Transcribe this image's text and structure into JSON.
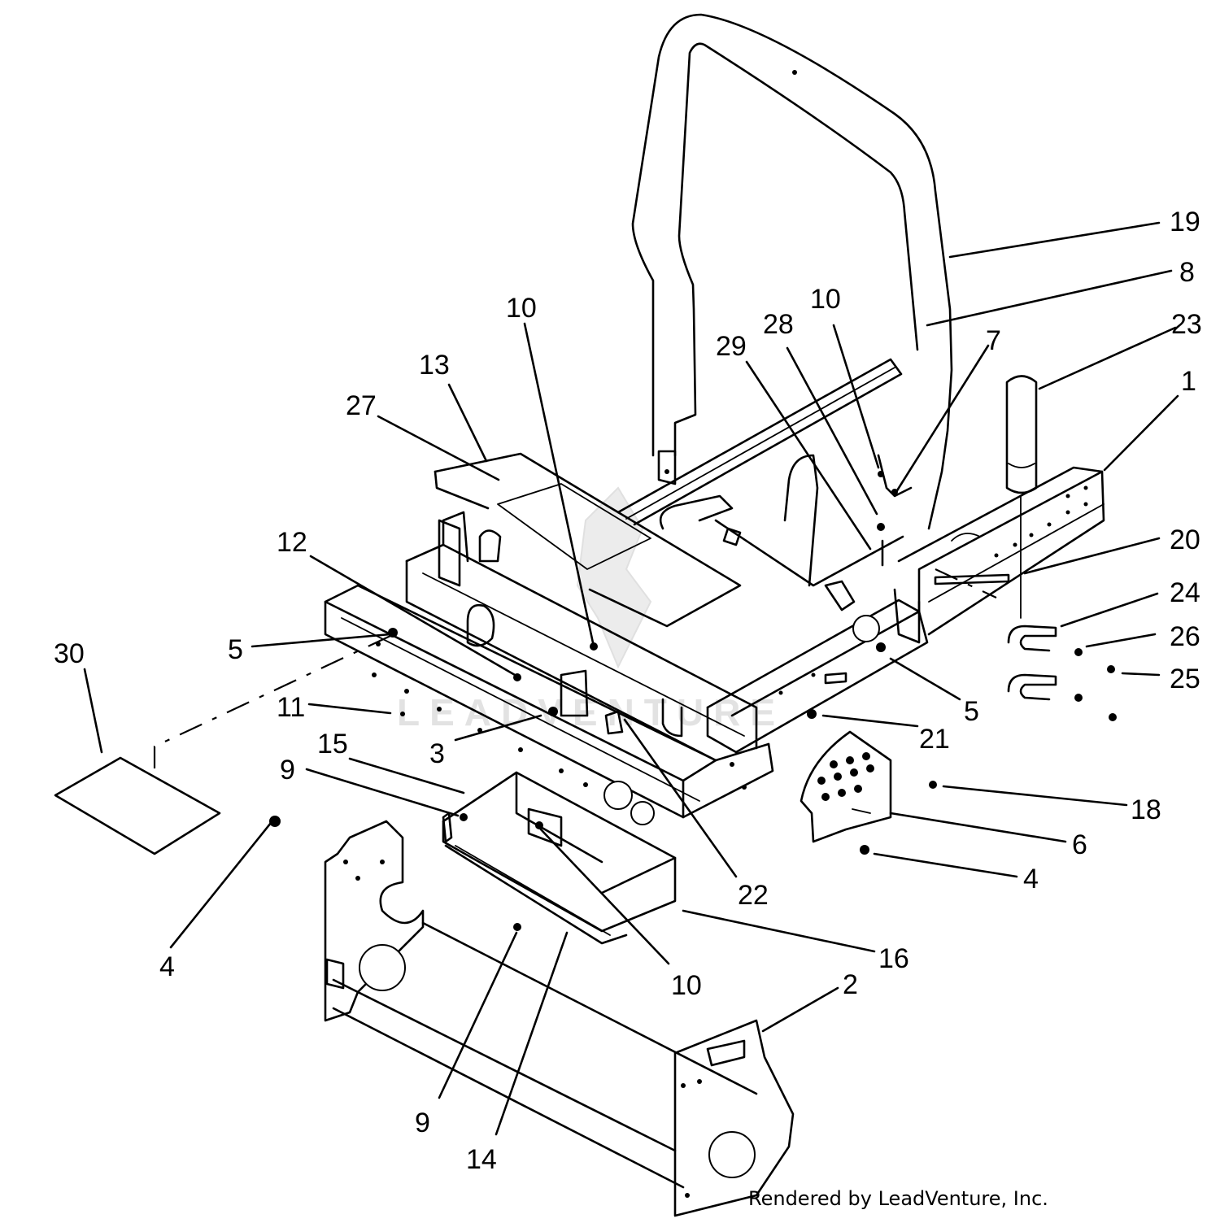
{
  "callouts": [
    {
      "id": "c19",
      "label": "19"
    },
    {
      "id": "c8",
      "label": "8"
    },
    {
      "id": "c10a",
      "label": "10"
    },
    {
      "id": "c10b",
      "label": "10"
    },
    {
      "id": "c23",
      "label": "23"
    },
    {
      "id": "c28",
      "label": "28"
    },
    {
      "id": "c29",
      "label": "29"
    },
    {
      "id": "c7",
      "label": "7"
    },
    {
      "id": "c13",
      "label": "13"
    },
    {
      "id": "c1",
      "label": "1"
    },
    {
      "id": "c27",
      "label": "27"
    },
    {
      "id": "c12",
      "label": "12"
    },
    {
      "id": "c20",
      "label": "20"
    },
    {
      "id": "c24",
      "label": "24"
    },
    {
      "id": "c30",
      "label": "30"
    },
    {
      "id": "c5a",
      "label": "5"
    },
    {
      "id": "c26",
      "label": "26"
    },
    {
      "id": "c25",
      "label": "25"
    },
    {
      "id": "c11",
      "label": "11"
    },
    {
      "id": "c5b",
      "label": "5"
    },
    {
      "id": "c21",
      "label": "21"
    },
    {
      "id": "c3",
      "label": "3"
    },
    {
      "id": "c15",
      "label": "15"
    },
    {
      "id": "c9a",
      "label": "9"
    },
    {
      "id": "c18",
      "label": "18"
    },
    {
      "id": "c6",
      "label": "6"
    },
    {
      "id": "c4a",
      "label": "4"
    },
    {
      "id": "c22",
      "label": "22"
    },
    {
      "id": "c4b",
      "label": "4"
    },
    {
      "id": "c16",
      "label": "16"
    },
    {
      "id": "c10c",
      "label": "10"
    },
    {
      "id": "c2",
      "label": "2"
    },
    {
      "id": "c9b",
      "label": "9"
    },
    {
      "id": "c14",
      "label": "14"
    }
  ],
  "watermark": "LEADVENTURE",
  "credit": "Rendered by LeadVenture, Inc."
}
